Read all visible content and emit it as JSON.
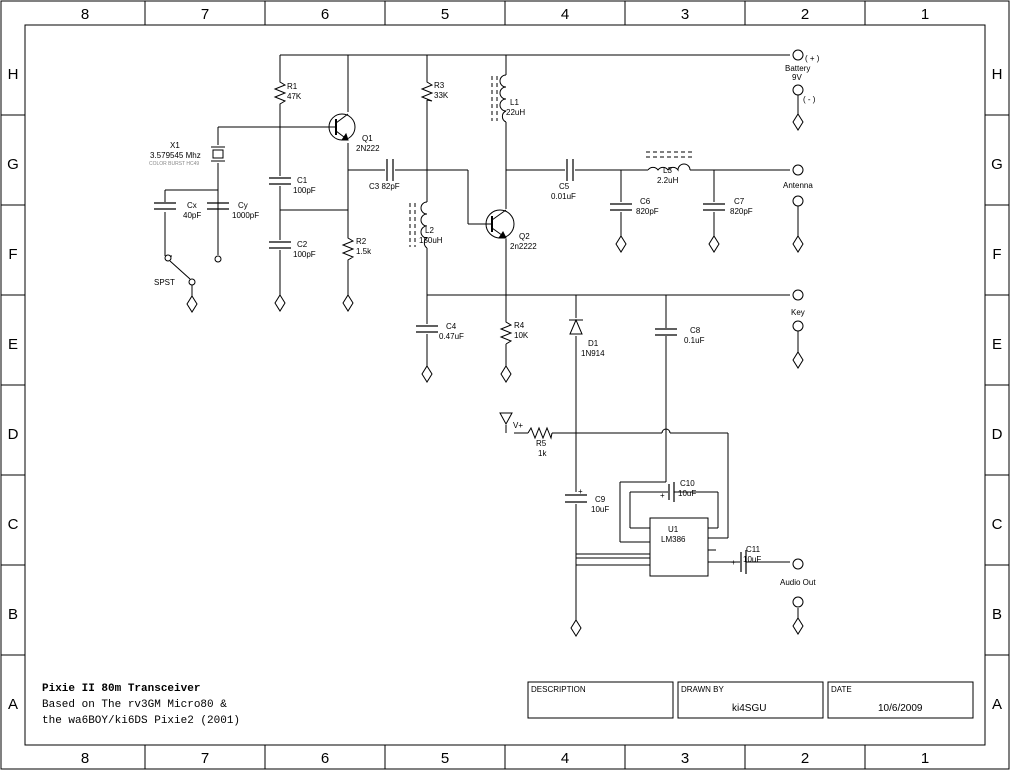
{
  "border": {
    "columns": [
      "8",
      "7",
      "6",
      "5",
      "4",
      "3",
      "2",
      "1"
    ],
    "rows": [
      "H",
      "G",
      "F",
      "E",
      "D",
      "C",
      "B",
      "A"
    ]
  },
  "title_block": {
    "title": "Pixie II 80m Transceiver",
    "line2": "Based on The rv3GM Micro80 &",
    "line3": "the wa6BOY/ki6DS Pixie2 (2001)"
  },
  "info_boxes": {
    "description_label": "DESCRIPTION",
    "description_value": "",
    "drawn_by_label": "DRAWN BY",
    "drawn_by_value": "ki4SGU",
    "date_label": "DATE",
    "date_value": "10/6/2009"
  },
  "components": {
    "R1": {
      "ref": "R1",
      "value": "47K"
    },
    "R2": {
      "ref": "R2",
      "value": "1.5k"
    },
    "R3": {
      "ref": "R3",
      "value": "33K"
    },
    "R4": {
      "ref": "R4",
      "value": "10K"
    },
    "R5": {
      "ref": "R5",
      "value": "1k"
    },
    "C1": {
      "ref": "C1",
      "value": "100pF"
    },
    "C2": {
      "ref": "C2",
      "value": "100pF"
    },
    "C3": {
      "label": "C3 82pF"
    },
    "C4": {
      "ref": "C4",
      "value": "0.47uF"
    },
    "C5": {
      "ref": "C5",
      "value": "0.01uF"
    },
    "C6": {
      "ref": "C6",
      "value": "820pF"
    },
    "C7": {
      "ref": "C7",
      "value": "820pF"
    },
    "C8": {
      "ref": "C8",
      "value": "0.1uF"
    },
    "C9": {
      "ref": "C9",
      "value": "10uF"
    },
    "C10": {
      "ref": "C10",
      "value": "10uF"
    },
    "C11": {
      "ref": "C11",
      "value": "10uF"
    },
    "Cx": {
      "ref": "Cx",
      "value": "40pF"
    },
    "Cy": {
      "ref": "Cy",
      "value": "1000pF"
    },
    "L1": {
      "ref": "L1",
      "value": "22uH"
    },
    "L2": {
      "ref": "L2",
      "value": "150uH"
    },
    "L3": {
      "ref": "L3",
      "value": "2.2uH"
    },
    "Q1": {
      "ref": "Q1",
      "value": "2N222"
    },
    "Q2": {
      "ref": "Q2",
      "value": "2n2222"
    },
    "D1": {
      "ref": "D1",
      "value": "1N914"
    },
    "U1": {
      "ref": "U1",
      "value": "LM386"
    },
    "X1": {
      "ref": "X1",
      "value": "3.579545 Mhz",
      "note": "COLOR BURST HC49"
    },
    "SW": {
      "ref": "SPST"
    }
  },
  "connectors": {
    "battery": {
      "label": "Battery",
      "voltage": "9V",
      "plus": "( + )",
      "minus": "( - )"
    },
    "antenna": {
      "label": "Antenna"
    },
    "key": {
      "label": "Key"
    },
    "audio_out": {
      "label": "Audio Out"
    },
    "vplus": {
      "label": "V+"
    }
  },
  "polarity": {
    "plus": "+"
  }
}
